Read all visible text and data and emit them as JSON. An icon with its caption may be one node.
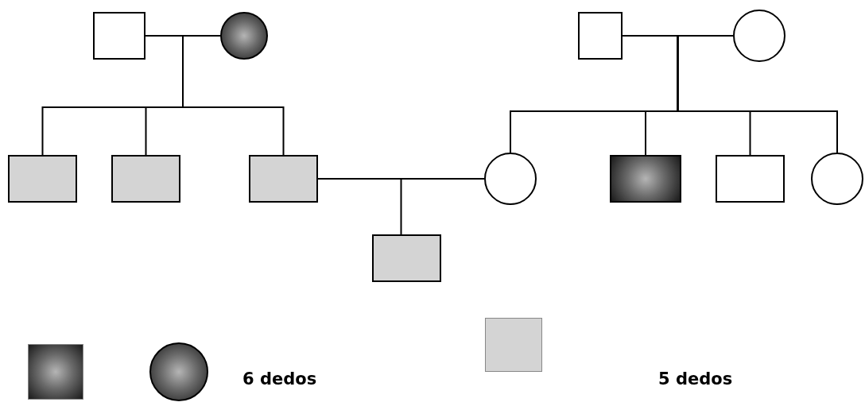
{
  "diagram": {
    "nodes": [
      {
        "text": [],
        "shape": "box"
      },
      {
        "text": [],
        "shape": "circle"
      },
      {
        "text": [],
        "shape": "box"
      },
      {
        "text": [],
        "shape": "circle"
      },
      {
        "text": [],
        "shape": "box"
      },
      {
        "text": [],
        "shape": "box"
      },
      {
        "text": [],
        "shape": "box"
      },
      {
        "text": [],
        "shape": "circle"
      },
      {
        "text": [],
        "shape": "box"
      },
      {
        "text": [],
        "shape": "box"
      },
      {
        "text": [],
        "shape": "circle"
      },
      {
        "text": [],
        "shape": "box"
      }
    ],
    "edges": [
      {
        "from": 0,
        "to": 1,
        "arrow": "none"
      },
      {
        "from": 0,
        "to": 4,
        "arrow": "none"
      },
      {
        "from": 0,
        "to": 5,
        "arrow": "none"
      },
      {
        "from": 0,
        "to": 6,
        "arrow": "none"
      },
      {
        "from": 2,
        "to": 3,
        "arrow": "none"
      },
      {
        "from": 2,
        "to": 7,
        "arrow": "none"
      },
      {
        "from": 2,
        "to": 8,
        "arrow": "none"
      },
      {
        "from": 2,
        "to": 9,
        "arrow": "none"
      },
      {
        "from": 2,
        "to": 10,
        "arrow": "none"
      },
      {
        "from": 6,
        "to": 7,
        "arrow": "none"
      },
      {
        "from": 6,
        "to": 11,
        "arrow": "none"
      }
    ],
    "legend": [
      {
        "text": "6 dedos"
      },
      {
        "text": "5 dedos"
      }
    ]
  }
}
